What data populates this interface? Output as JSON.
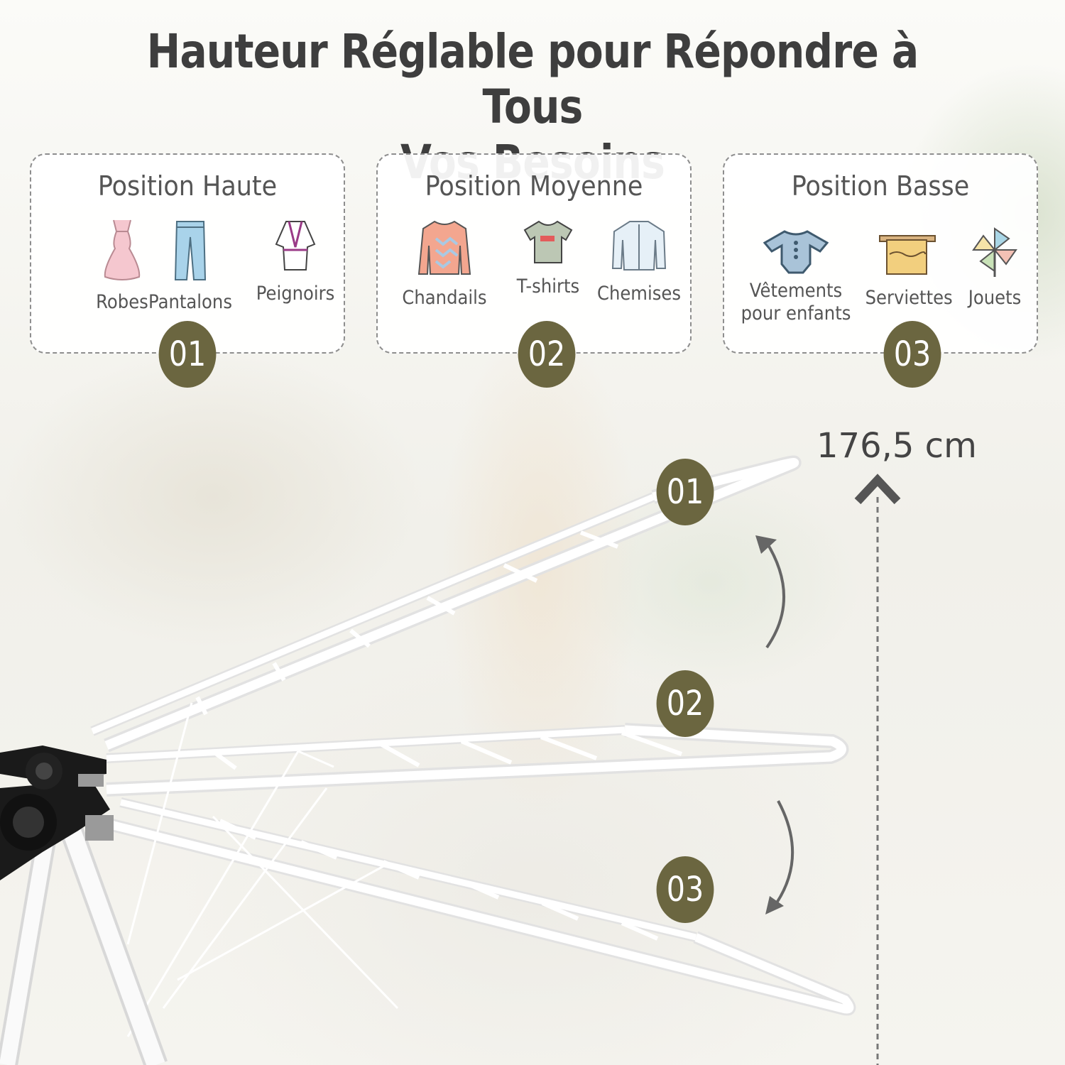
{
  "title": {
    "line1": "Hauteur Réglable pour Répondre à Tous",
    "line2": "Vos Besoins"
  },
  "cards": [
    {
      "title": "Position Haute",
      "badge": "01",
      "items": [
        {
          "label": "Robes",
          "icon": "dress-icon"
        },
        {
          "label": "Pantalons",
          "icon": "pants-icon"
        },
        {
          "label": "Peignoirs",
          "icon": "bathrobe-icon"
        }
      ]
    },
    {
      "title": "Position Moyenne",
      "badge": "02",
      "items": [
        {
          "label": "Chandails",
          "icon": "sweater-icon"
        },
        {
          "label": "T-shirts",
          "icon": "tshirt-icon"
        },
        {
          "label": "Chemises",
          "icon": "shirt-icon"
        }
      ]
    },
    {
      "title": "Position Basse",
      "badge": "03",
      "items": [
        {
          "label_line1": "Vêtements",
          "label_line2": "pour enfants",
          "icon": "onesie-icon"
        },
        {
          "label": "Serviettes",
          "icon": "towel-icon"
        },
        {
          "label": "Jouets",
          "icon": "pinwheel-icon"
        }
      ]
    }
  ],
  "diagram": {
    "height_label": "176,5 cm",
    "positions": [
      "01",
      "02",
      "03"
    ]
  },
  "colors": {
    "badge": "#6b6640",
    "title": "#3e3e3e",
    "text": "#555555",
    "frame": "#ffffff",
    "hub": "#1a1a1a"
  }
}
